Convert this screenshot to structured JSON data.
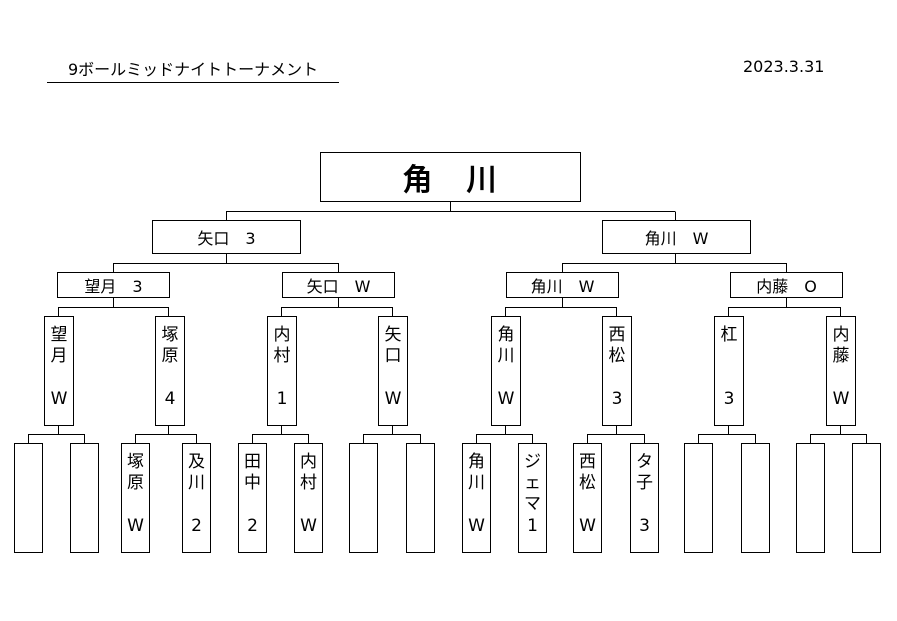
{
  "header": {
    "title": "9ボールミッドナイトトーナメント",
    "date": "2023.3.31"
  },
  "champion": "角　川",
  "semifinal": [
    {
      "text": "矢口　3"
    },
    {
      "text": "角川　W"
    }
  ],
  "quarterfinal": [
    {
      "text": "望月　3"
    },
    {
      "text": "矢口　W"
    },
    {
      "text": "角川　W"
    },
    {
      "text": "内藤　O"
    }
  ],
  "round2": [
    {
      "name": [
        "望",
        "月"
      ],
      "score": "W"
    },
    {
      "name": [
        "塚",
        "原"
      ],
      "score": "4"
    },
    {
      "name": [
        "内",
        "村"
      ],
      "score": "1"
    },
    {
      "name": [
        "矢",
        "口"
      ],
      "score": "W"
    },
    {
      "name": [
        "角",
        "川"
      ],
      "score": "W"
    },
    {
      "name": [
        "西",
        "松"
      ],
      "score": "3"
    },
    {
      "name": [
        "杠"
      ],
      "score": "3"
    },
    {
      "name": [
        "内",
        "藤"
      ],
      "score": "W"
    }
  ],
  "round1": [
    {
      "name": [],
      "score": ""
    },
    {
      "name": [],
      "score": ""
    },
    {
      "name": [
        "塚",
        "原"
      ],
      "score": "W"
    },
    {
      "name": [
        "及",
        "川"
      ],
      "score": "2"
    },
    {
      "name": [
        "田",
        "中"
      ],
      "score": "2"
    },
    {
      "name": [
        "内",
        "村"
      ],
      "score": "W"
    },
    {
      "name": [],
      "score": ""
    },
    {
      "name": [],
      "score": ""
    },
    {
      "name": [
        "角",
        "川"
      ],
      "score": "W"
    },
    {
      "name": [
        "ジ",
        "ェ",
        "マ"
      ],
      "score": "1"
    },
    {
      "name": [
        "西",
        "松"
      ],
      "score": "W"
    },
    {
      "name": [
        "タ",
        "子"
      ],
      "score": "3"
    },
    {
      "name": [],
      "score": ""
    },
    {
      "name": [],
      "score": ""
    },
    {
      "name": [],
      "score": ""
    },
    {
      "name": [],
      "score": ""
    }
  ]
}
